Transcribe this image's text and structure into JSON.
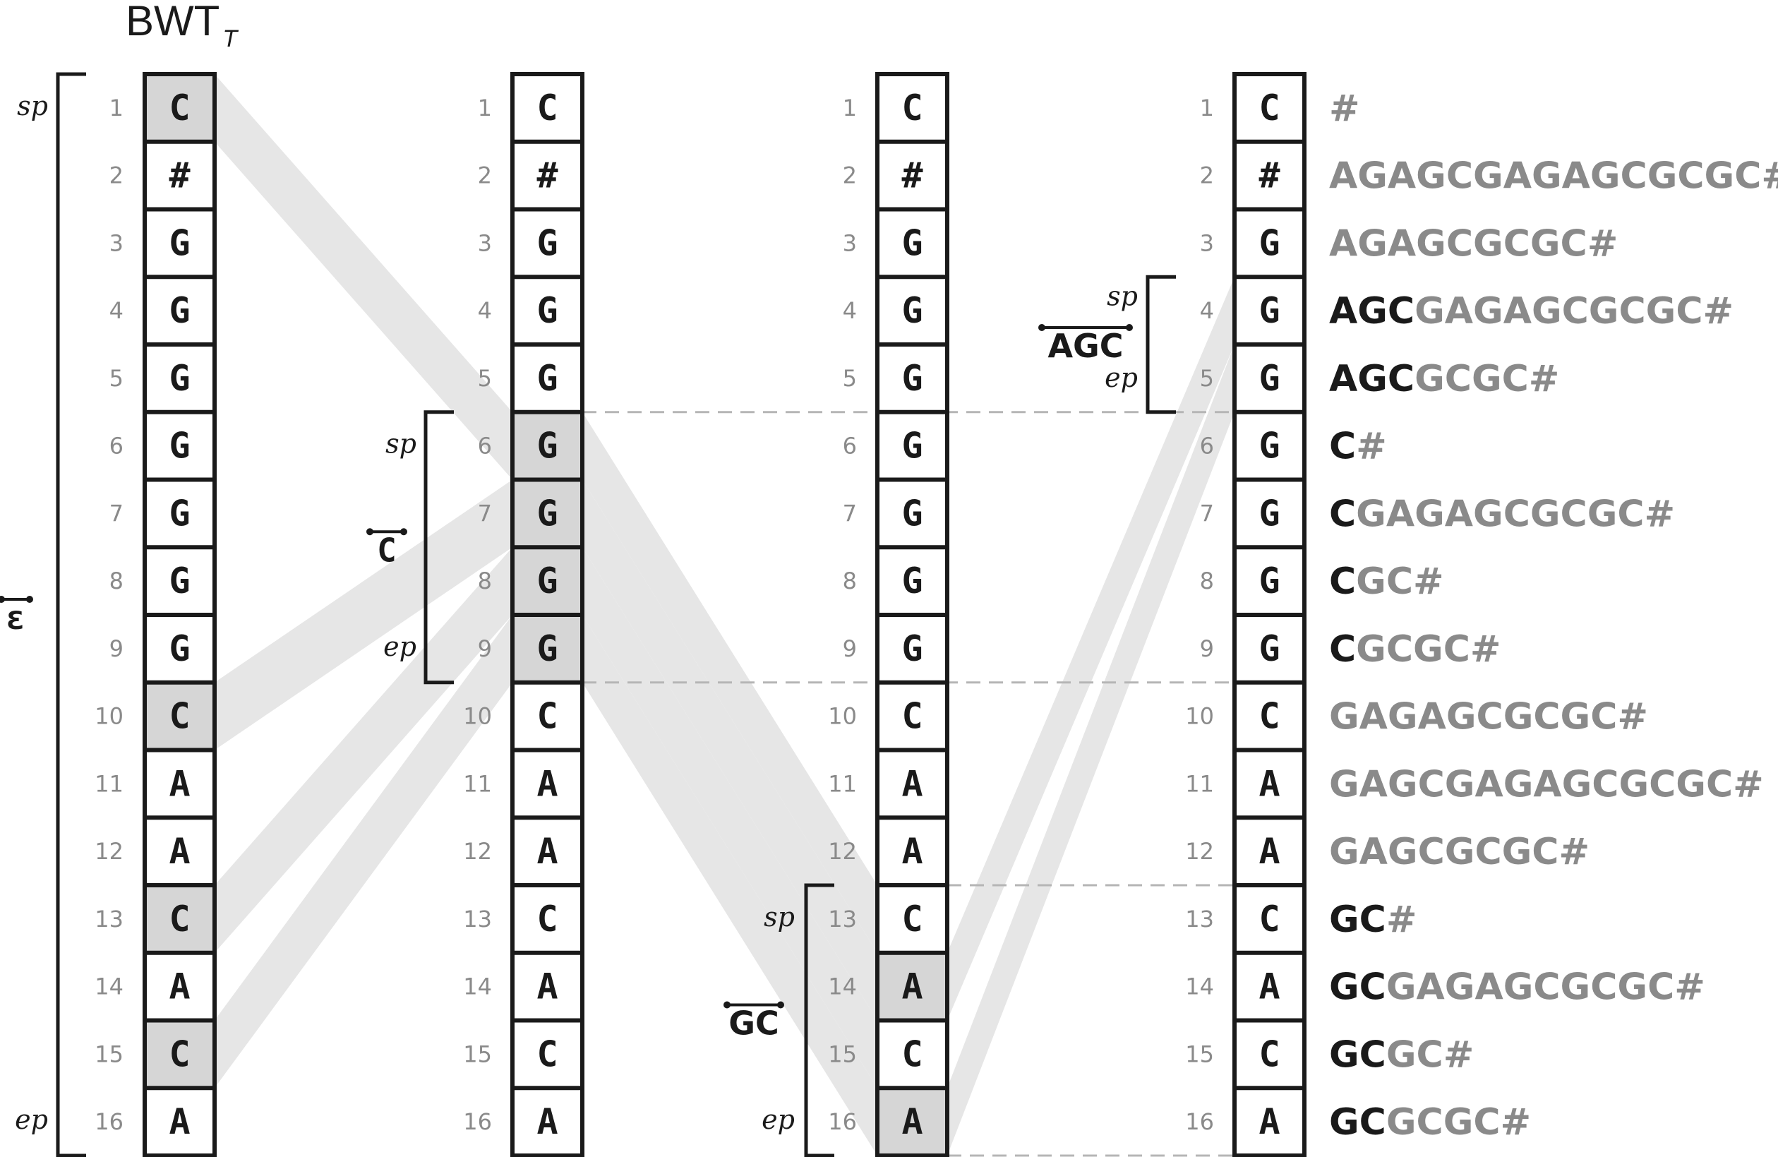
{
  "title": {
    "main": "BWT",
    "sub": "T"
  },
  "bwt": [
    "C",
    "#",
    "G",
    "G",
    "G",
    "G",
    "G",
    "G",
    "G",
    "C",
    "A",
    "A",
    "C",
    "A",
    "C",
    "A"
  ],
  "suffixes": [
    {
      "bold": "",
      "rest": "#"
    },
    {
      "bold": "",
      "rest": "AGAGCGAGAGCGCGC#"
    },
    {
      "bold": "",
      "rest": "AGAGCGCGC#"
    },
    {
      "bold": "AGC",
      "rest": "GAGAGCGCGC#"
    },
    {
      "bold": "AGC",
      "rest": "GCGC#"
    },
    {
      "bold": "C",
      "rest": "#"
    },
    {
      "bold": "C",
      "rest": "GAGAGCGCGC#"
    },
    {
      "bold": "C",
      "rest": "GC#"
    },
    {
      "bold": "C",
      "rest": "GCGC#"
    },
    {
      "bold": "",
      "rest": "GAGAGCGCGC#"
    },
    {
      "bold": "",
      "rest": "GAGCGAGAGCGCGC#"
    },
    {
      "bold": "",
      "rest": "GAGCGCGC#"
    },
    {
      "bold": "GC",
      "rest": "#"
    },
    {
      "bold": "GC",
      "rest": "GAGAGCGCGC#"
    },
    {
      "bold": "GC",
      "rest": "GC#"
    },
    {
      "bold": "GC",
      "rest": "GCGC#"
    }
  ],
  "columns": [
    {
      "highlight": [
        1,
        10,
        13,
        15
      ],
      "range": {
        "sp": 1,
        "ep": 16
      },
      "pattern": "ε"
    },
    {
      "highlight": [
        6,
        7,
        8,
        9
      ],
      "range": {
        "sp": 6,
        "ep": 9
      },
      "pattern": "C"
    },
    {
      "highlight": [
        14,
        16
      ],
      "range": {
        "sp": 13,
        "ep": 16
      },
      "pattern": "GC"
    },
    {
      "highlight": [],
      "range": {
        "sp": 4,
        "ep": 5
      },
      "pattern": "AGC"
    }
  ],
  "labels": {
    "sp": "sp",
    "ep": "ep"
  }
}
